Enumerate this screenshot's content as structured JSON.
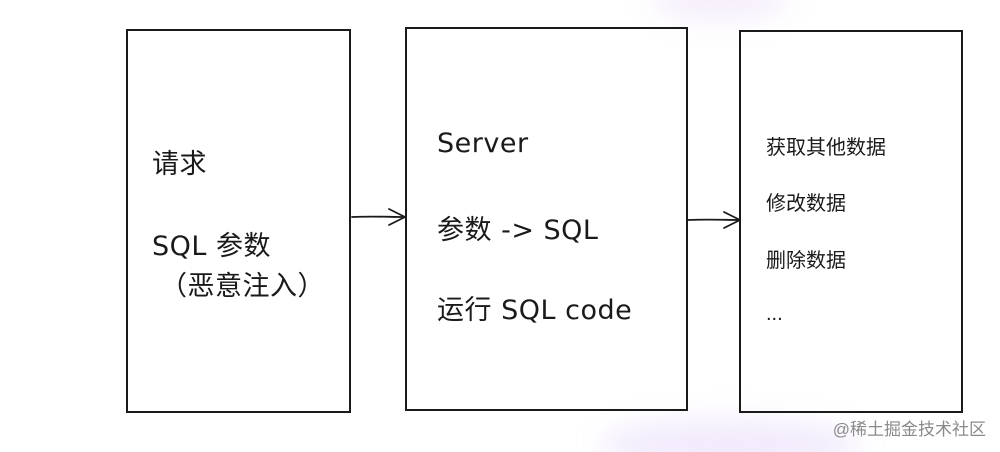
{
  "left_box": {
    "line1": "请求",
    "line2": "SQL 参数",
    "line3": "（恶意注入）"
  },
  "middle_box": {
    "line1": "Server",
    "line2": "参数 -> SQL",
    "line3": "运行 SQL code"
  },
  "right_box": {
    "items": [
      "获取其他数据",
      "修改数据",
      "删除数据",
      "..."
    ]
  },
  "watermark": {
    "text": "@稀土掘金技术社区"
  },
  "colors": {
    "ink": "#1a1a1a",
    "watermark": "#8a8a8a"
  }
}
